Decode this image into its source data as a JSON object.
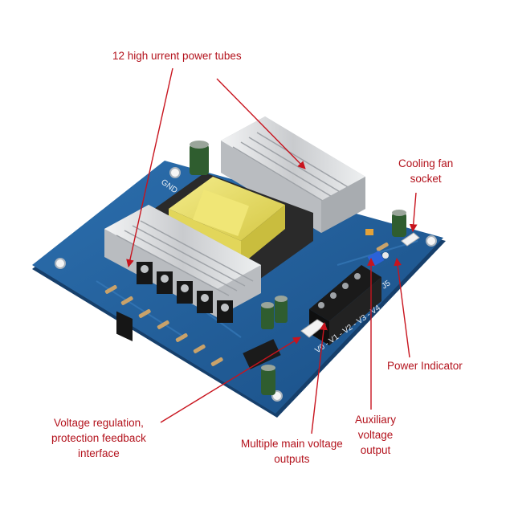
{
  "labels": {
    "power_tubes": "12 high urrent power tubes",
    "fan_socket": [
      "Cooling fan",
      "socket"
    ],
    "power_indicator": "Power Indicator",
    "feedback": [
      "Voltage regulation,",
      "protection feedback",
      "interface"
    ],
    "main_outputs": [
      "Multiple main voltage",
      "outputs"
    ],
    "aux_output": [
      "Auxiliary",
      "voltage",
      "output"
    ]
  },
  "board_print": {
    "gnd": "GND",
    "terminal": "V0 - V1 - V2 - V3 - V4",
    "j5": "J5"
  },
  "colors": {
    "pcb": "#1f5f9a",
    "heatsink": "#d8dadc",
    "transformer_core": "#2a2a2a",
    "transformer_winding": "#e6dc5a",
    "terminal_block": "#1a1a1a",
    "capacitor": "#2f5d2f",
    "annotation": "#c8141e"
  }
}
